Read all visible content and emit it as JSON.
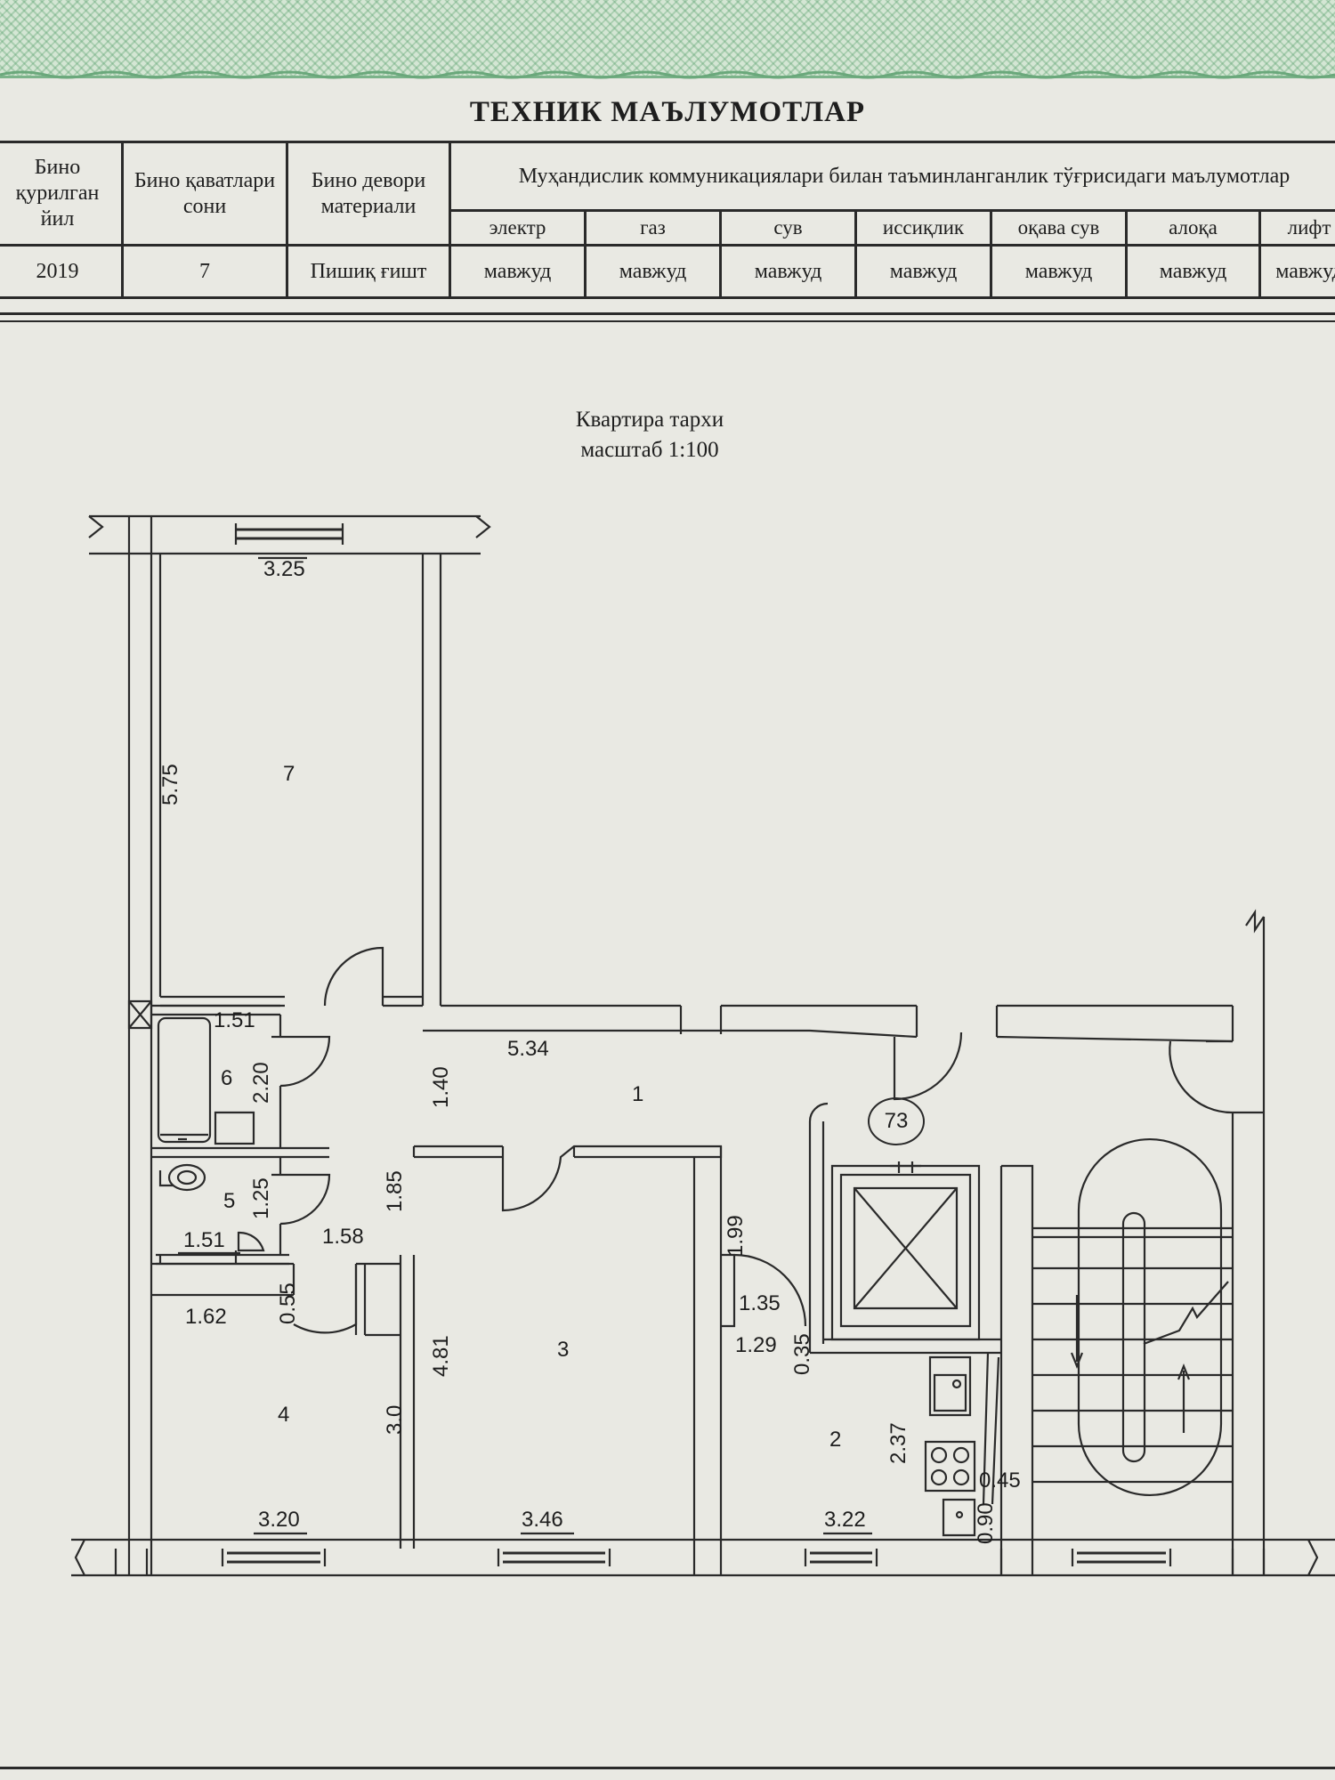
{
  "header": {
    "title": "ТЕХНИК МАЪЛУМОТЛАР"
  },
  "table": {
    "col_year": "Бино қурилган йил",
    "col_floors": "Бино қаватлари сони",
    "col_wall": "Бино девори материали",
    "col_comm": "Муҳандислик коммуникациялари билан таъминланганлик тўғрисидаги маълумотлар",
    "sub": [
      "электр",
      "газ",
      "сув",
      "иссиқлик",
      "оқава сув",
      "алоқа",
      "лифт"
    ],
    "year": "2019",
    "floors": "7",
    "wall": "Пишиқ ғишт",
    "values": [
      "мавжуд",
      "мавжуд",
      "мавжуд",
      "мавжуд",
      "мавжуд",
      "мавжуд",
      "мавжуд"
    ]
  },
  "plan": {
    "title": "Квартира тархи",
    "scale": "масштаб 1:100",
    "apartment_number": "73",
    "rooms": {
      "r1": "1",
      "r2": "2",
      "r3": "3",
      "r4": "4",
      "r5": "5",
      "r6": "6",
      "r7": "7"
    },
    "dims": {
      "d325": "3.25",
      "d575": "5.75",
      "d151a": "1.51",
      "d220": "2.20",
      "d140": "1.40",
      "d534": "5.34",
      "d125": "1.25",
      "d185": "1.85",
      "d151b": "1.51",
      "d158": "1.58",
      "d199": "1.99",
      "d135": "1.35",
      "d129": "1.29",
      "d035": "0.35",
      "d055": "0.55",
      "d162": "1.62",
      "d481": "4.81",
      "d30": "3.0",
      "d237": "2.37",
      "d045": "0.45",
      "d090": "0.90",
      "d320": "3.20",
      "d346": "3.46",
      "d322": "3.22"
    }
  }
}
